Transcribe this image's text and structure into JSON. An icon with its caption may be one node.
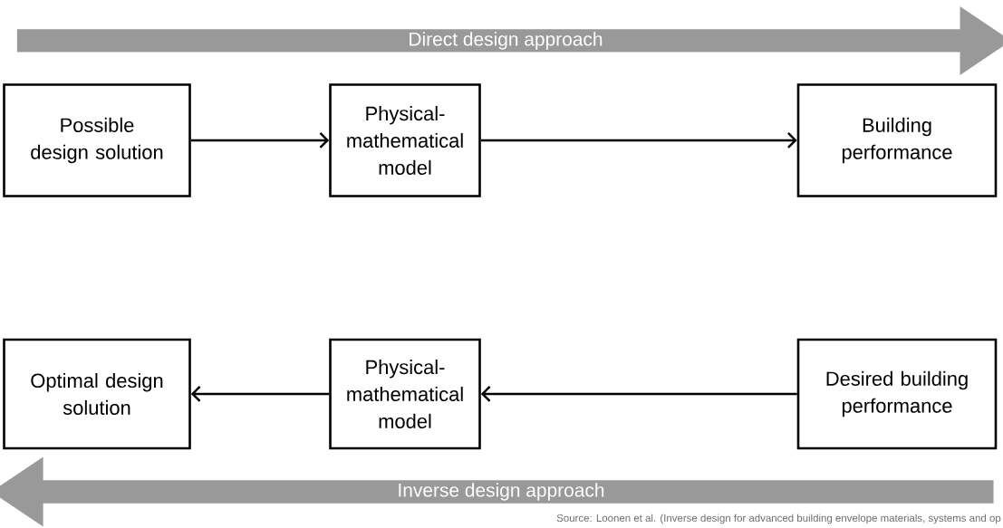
{
  "diagram": {
    "nodes": [
      {
        "text": [
          "Direct design approach"
        ]
      },
      {
        "text": [
          "Possible design solution"
        ]
      },
      {
        "text": [
          "Physical-mathematical model"
        ]
      },
      {
        "text": [
          "Building performance"
        ]
      },
      {
        "text": [
          "Optimal design solution"
        ]
      },
      {
        "text": [
          "Physical-mathematical model"
        ]
      },
      {
        "text": [
          "Desired building performance"
        ]
      },
      {
        "text": [
          "Inverse design approach"
        ]
      }
    ],
    "edges": [
      {
        "from": 1,
        "to": 2,
        "arrow": "to"
      },
      {
        "from": 2,
        "to": 3,
        "arrow": "to"
      },
      {
        "from": 6,
        "to": 5,
        "arrow": "to"
      },
      {
        "from": 5,
        "to": 4,
        "arrow": "to"
      }
    ],
    "labels": [
      "Source: Loonen et al. (Inverse design for advanced building envelope materials, systems and op"
    ]
  }
}
